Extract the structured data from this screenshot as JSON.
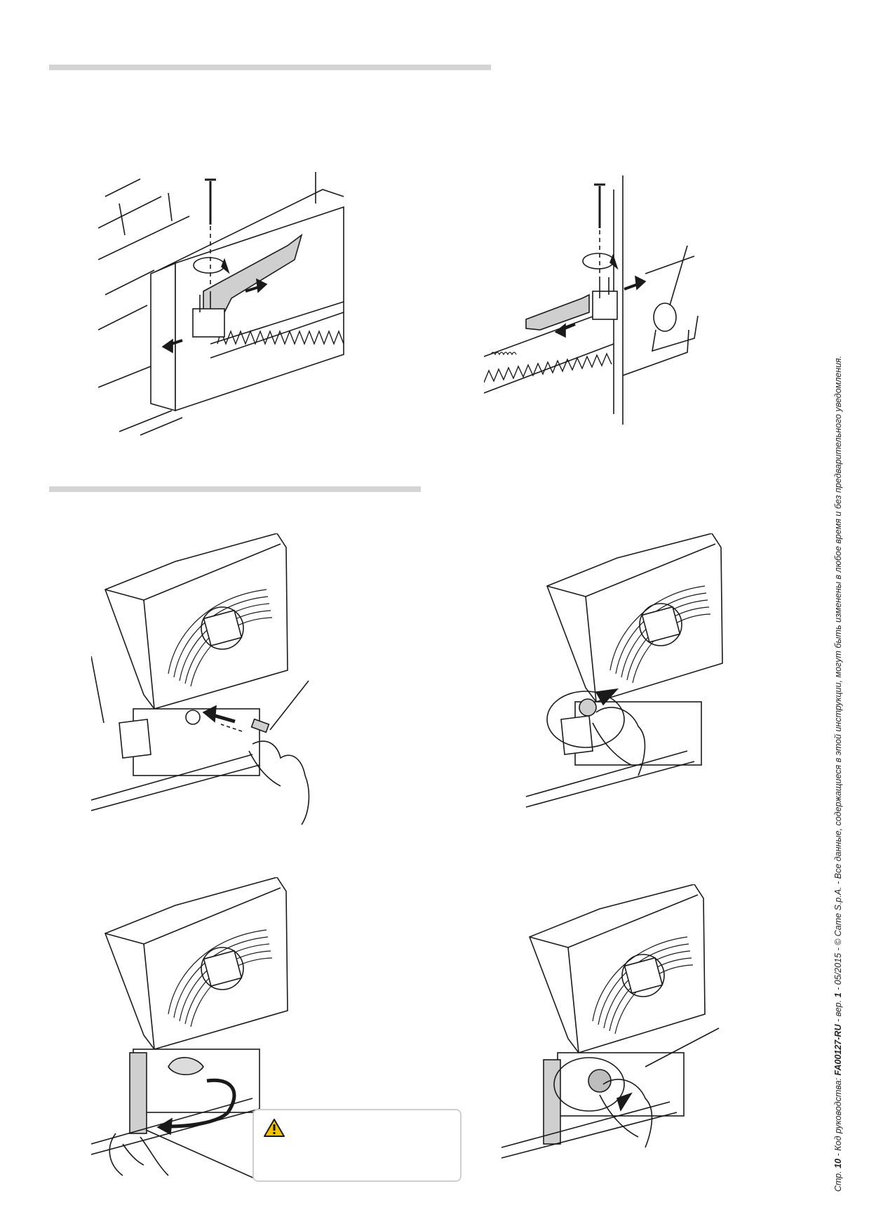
{
  "footer": {
    "page_prefix": "Стр.",
    "page_number": "10",
    "manual_code_label": "- Код руководства:",
    "manual_code": "FA00127-RU",
    "version_label": "- вер.",
    "version": "1",
    "date_copyright": "- 05/2015 - © Came S.p.A. - Все данные, содержащиеся в этой инструкции, могут быть изменены в любое время и без предварительного уведомления."
  },
  "colors": {
    "section_bar": "#d4d4d4",
    "warning_yellow": "#f5c400",
    "line": "#1a1a1a",
    "fill_grey": "#cfcfcf"
  },
  "icons": [
    "hex-key-icon",
    "rotate-arrow-icon",
    "warning-triangle-icon"
  ]
}
